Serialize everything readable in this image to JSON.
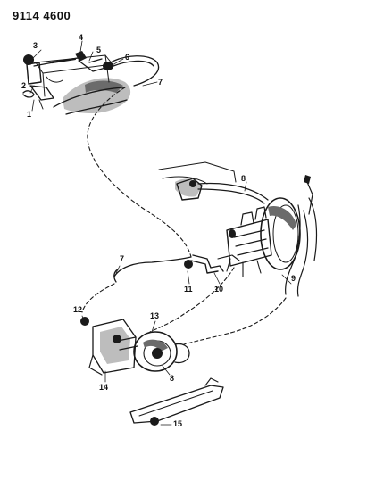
{
  "document_id": "9114 4600",
  "callouts": {
    "c1": "1",
    "c2": "2",
    "c3": "3",
    "c4": "4",
    "c5": "5",
    "c6": "6",
    "c7a": "7",
    "c8a": "8",
    "c9": "9",
    "c7b": "7",
    "c10": "10",
    "c11": "11",
    "c12": "12",
    "c13": "13",
    "c8b": "8",
    "c14": "14",
    "c15": "15"
  }
}
